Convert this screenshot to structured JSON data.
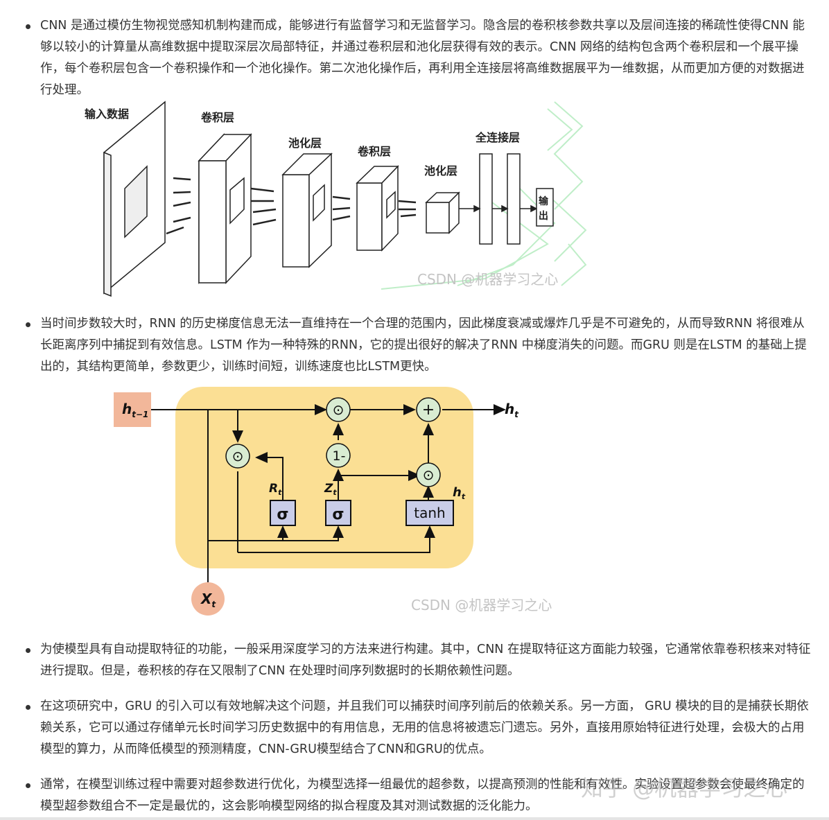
{
  "paragraphs": [
    "CNN 是通过模仿生物视觉感知机制构建而成，能够进行有监督学习和无监督学习。隐含层的卷积核参数共享以及层间连接的稀疏性使得CNN 能够以较小的计算量从高维数据中提取深层次局部特征，并通过卷积层和池化层获得有效的表示。CNN 网络的结构包含两个卷积层和一个展平操作，每个卷积层包含一个卷积操作和一个池化操作。第二次池化操作后，再利用全连接层将高维数据展平为一维数据，从而更加方便的对数据进行处理。",
    "当时间步数较大时，RNN 的历史梯度信息无法一直维持在一个合理的范围内，因此梯度衰减或爆炸几乎是不可避免的，从而导致RNN 将很难从长距离序列中捕捉到有效信息。LSTM 作为一种特殊的RNN，它的提出很好的解决了RNN 中梯度消失的问题。而GRU 则是在LSTM 的基础上提出的，其结构更简单，参数更少，训练时间短，训练速度也比LSTM更快。",
    "为使模型具有自动提取特征的功能，一般采用深度学习的方法来进行构建。其中，CNN 在提取特征这方面能力较强，它通常依靠卷积核来对特征进行提取。但是，卷积核的存在又限制了CNN 在处理时间序列数据时的长期依赖性问题。",
    "在这项研究中，GRU 的引入可以有效地解决这个问题，并且我们可以捕获时间序列前后的依赖关系。另一方面， GRU 模块的目的是捕获长期依赖关系，它可以通过存储单元长时间学习历史数据中的有用信息，无用的信息将被遗忘门遗忘。另外，直接用原始特征进行处理，会极大的占用模型的算力，从而降低模型的预测精度，CNN-GRU模型结合了CNN和GRU的优点。",
    "通常，在模型训练过程中需要对超参数进行优化，为模型选择一组最优的超参数，以提高预测的性能和有效性。实验设置超参数会使最终确定的模型超参数组合不一定是最优的，这会影响模型网络的拟合程度及其对测试数据的泛化能力。"
  ],
  "cnn_diagram": {
    "labels": {
      "input": "输入数据",
      "conv1": "卷积层",
      "pool1": "池化层",
      "conv2": "卷积层",
      "pool2": "池化层",
      "fc": "全连接层",
      "output_1": "输",
      "output_2": "出"
    },
    "watermark": "CSDN @机器学习之心"
  },
  "gru_diagram": {
    "labels": {
      "h_prev": "h",
      "h_prev_sub": "t−1",
      "h_out": "h",
      "h_out_sub": "t",
      "x_in": "X",
      "x_in_sub": "t",
      "r_gate": "R",
      "r_gate_sub": "t",
      "z_gate": "Z",
      "z_gate_sub": "t",
      "h_cand": "h",
      "h_cand_sub": "t",
      "sigma": "σ",
      "tanh": "tanh",
      "hadamard": "⊙",
      "plus": "+",
      "one_minus": "1-"
    },
    "watermark": "CSDN @机器学习之心"
  },
  "page_watermark": "知乎 @机器学习之心",
  "colors": {
    "gru_bg": "#fbdf94",
    "gate_node": "#d9ecd2",
    "gate_box": "#c9cde8",
    "salmon": "#f2b79a",
    "green_deco": "#bfeec8"
  }
}
